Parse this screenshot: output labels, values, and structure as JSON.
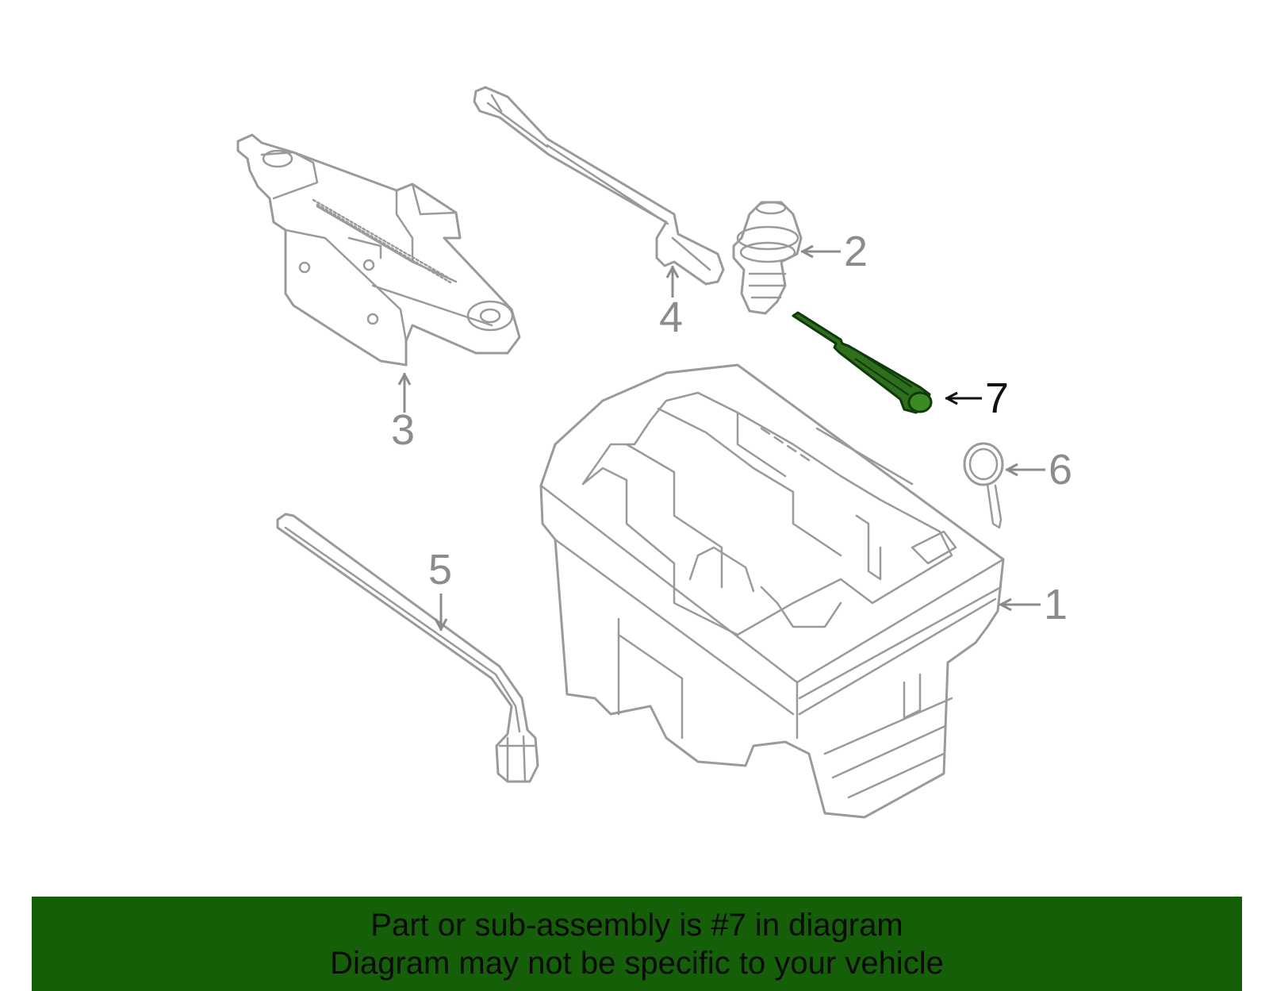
{
  "colors": {
    "line_art": "#9a9a9a",
    "highlight_part": "#2f6e1d",
    "banner_background": "#155f09",
    "banner_text": "#0b0b0b"
  },
  "callouts": [
    {
      "number": "1",
      "highlighted": false
    },
    {
      "number": "2",
      "highlighted": false
    },
    {
      "number": "3",
      "highlighted": false
    },
    {
      "number": "4",
      "highlighted": false
    },
    {
      "number": "5",
      "highlighted": false
    },
    {
      "number": "6",
      "highlighted": false
    },
    {
      "number": "7",
      "highlighted": true
    }
  ],
  "banner": {
    "line1": "Part or sub-assembly is #7 in diagram",
    "line2": "Diagram may not be specific to your vehicle"
  }
}
